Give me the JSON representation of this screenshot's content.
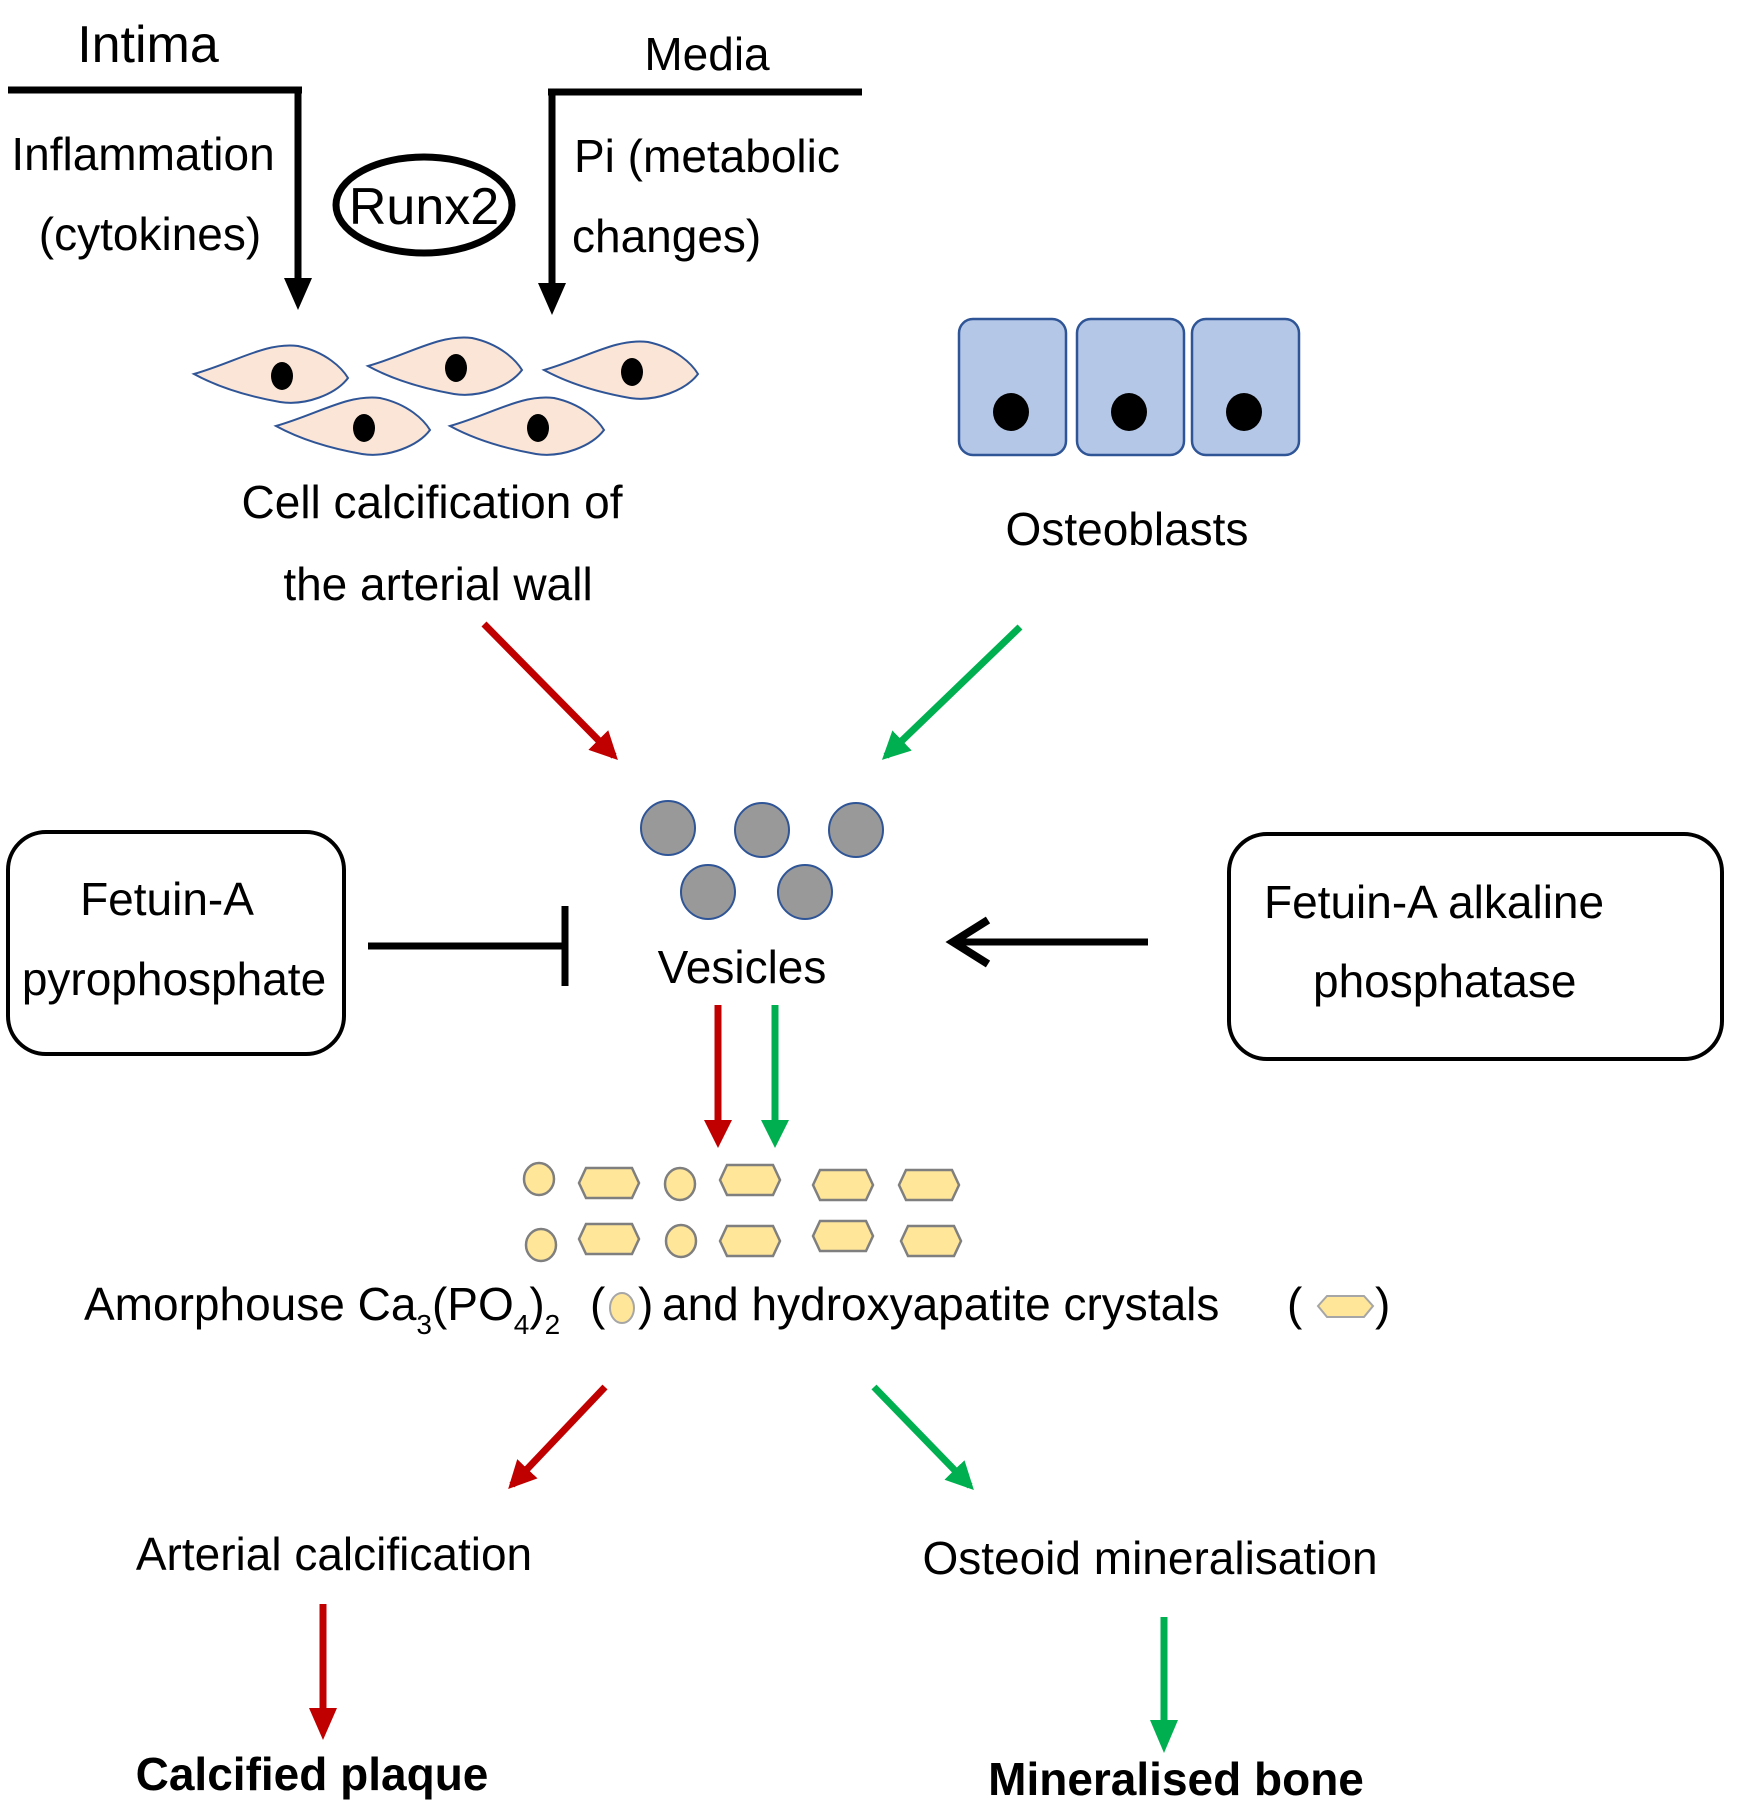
{
  "intima": {
    "title": "Intima",
    "line1": "Inflammation",
    "line2": "(cytokines)"
  },
  "media": {
    "title": "Media",
    "line1": "Pi (metabolic",
    "line2": "changes)"
  },
  "runx2": {
    "label": "Runx2"
  },
  "vsmc": {
    "line1": "Cell calcification of",
    "line2": "the arterial wall",
    "cell_count": 5
  },
  "osteoblasts": {
    "label": "Osteoblasts",
    "cell_count": 3
  },
  "vesicles": {
    "label": "Vesicles",
    "count": 5
  },
  "inhibitor_box": {
    "line1": "Fetuin-A",
    "line2": "pyrophosphate",
    "relation": "inhibits"
  },
  "promoter_box": {
    "line1": "Fetuin-A alkaline",
    "line2": "phosphatase",
    "relation": "promotes"
  },
  "crystals_caption": {
    "prefix": "Amorphouse Ca",
    "sub1": "3",
    "mid": "(PO",
    "sub2": "4",
    "close": ")",
    "sub3": "2",
    "paren_open": "(",
    "paren_close": ")",
    "and_text": "and hydroxyapatite crystals",
    "legend_amorphous": "amorphous-calcium-phosphate-icon",
    "legend_hydroxyapatite": "hydroxyapatite-crystal-icon"
  },
  "outcomes": {
    "left_mid": "Arterial calcification",
    "left_final": "Calcified plaque",
    "right_mid": "Osteoid mineralisation",
    "right_final": "Mineralised bone"
  },
  "colors": {
    "pathologic": "#C00000",
    "physiologic": "#00B050",
    "vsmc_fill": "#FBE5D6",
    "cell_outline": "#2F5597",
    "osteoblast_fill": "#B4C7E7",
    "vesicle_fill": "#999999",
    "crystal_fill": "#FFE699",
    "crystal_outline": "#7F7F7F",
    "line": "#000000"
  }
}
